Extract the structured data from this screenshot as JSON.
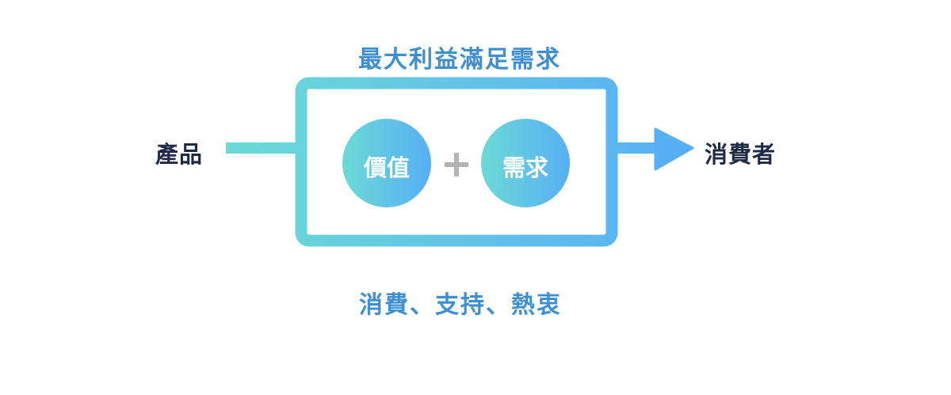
{
  "title": "最大利益滿足需求",
  "input_label": "產品",
  "output_label": "消費者",
  "circles": [
    "價值",
    "需求"
  ],
  "operator": "+",
  "caption": "消費、支持、熱衷",
  "colors": {
    "gradient_start": "#6cdad6",
    "gradient_end": "#57aff5",
    "text_blue": "#3d8fd1",
    "text_dark": "#1f2a44",
    "plus": "#b3b3b3"
  }
}
